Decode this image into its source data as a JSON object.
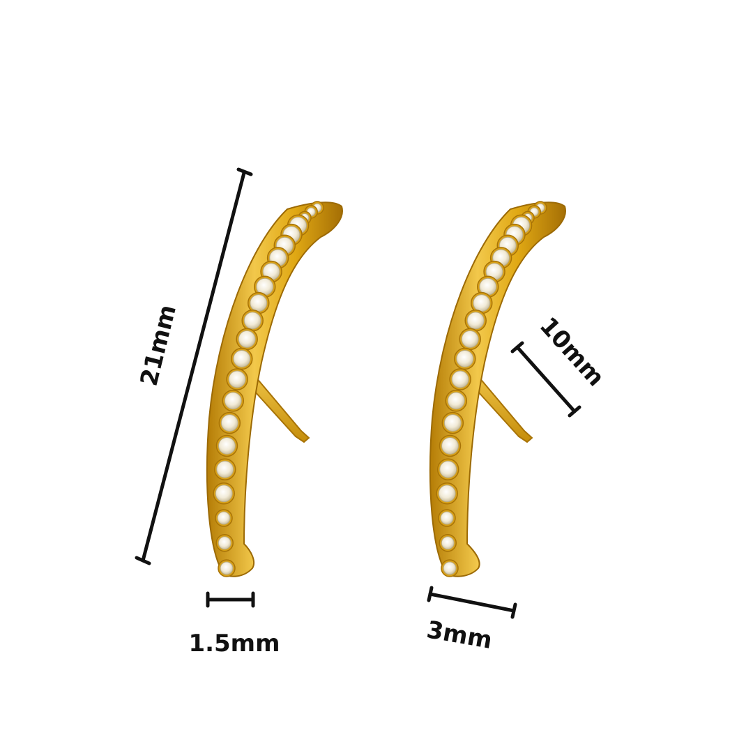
{
  "colors": {
    "background": "#ffffff",
    "gold_light": "#f2c84b",
    "gold": "#e0a814",
    "gold_dark": "#b57d06",
    "stone": "#f4efe2",
    "stone_shadow": "#c9bd9c",
    "dimension_line": "#111111"
  },
  "dimensions": {
    "length": "21mm",
    "bar_width": "1.5mm",
    "post_length": "10mm",
    "earring_depth": "3mm"
  }
}
